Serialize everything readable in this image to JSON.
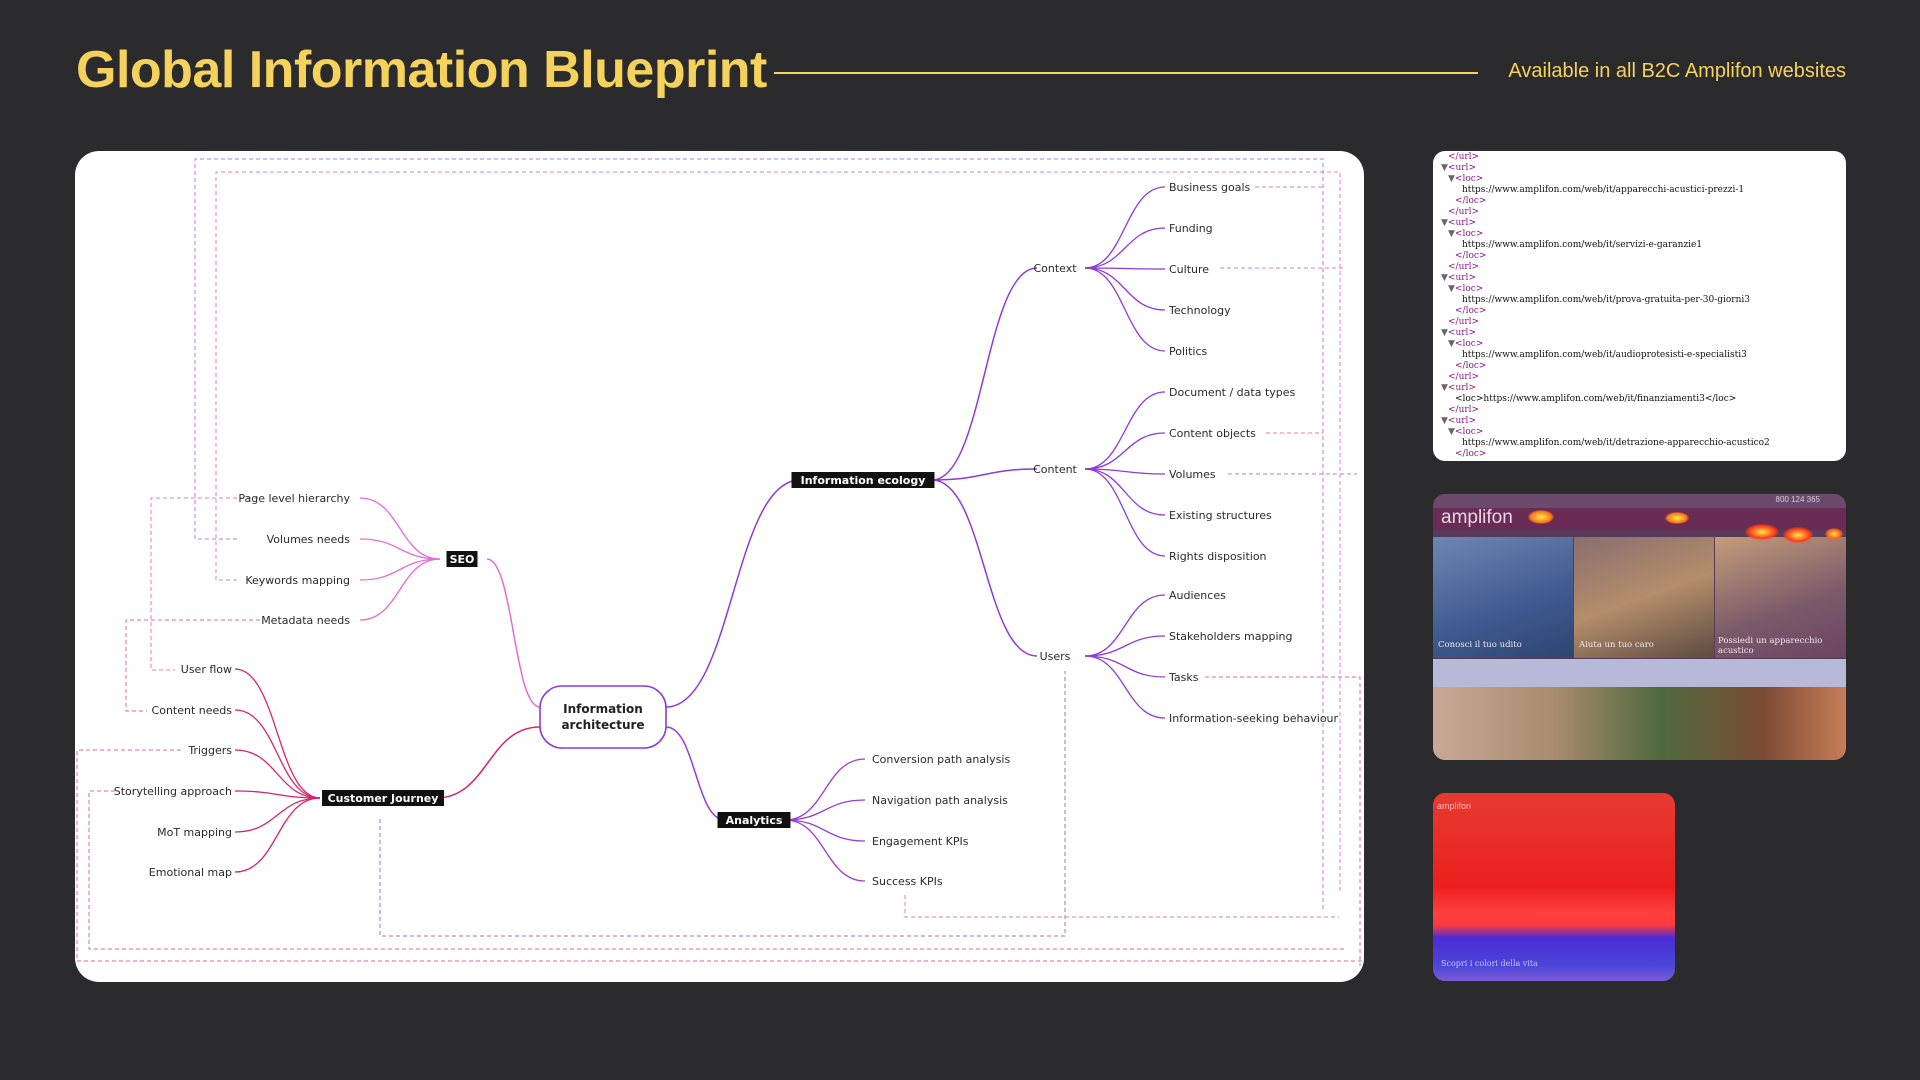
{
  "header": {
    "title": "Global Information Blueprint",
    "subtitle": "Available in all B2C Amplifon websites"
  },
  "colors": {
    "background": "#2b2b2d",
    "accent": "#f5d25c",
    "seo_branch": "#e86ad8",
    "journey_branch": "#d6236e",
    "ecology_branch": "#8e3ad6",
    "analytics_branch": "#9a3cd8"
  },
  "mindmap": {
    "root": "Information architecture",
    "hubs": {
      "seo": "SEO",
      "journey": "Customer Journey",
      "ecology": "Information ecology",
      "analytics": "Analytics"
    },
    "seo_leaves": [
      "Page level hierarchy",
      "Volumes needs",
      "Keywords mapping",
      "Metadata needs"
    ],
    "journey_leaves": [
      "User flow",
      "Content needs",
      "Triggers",
      "Storytelling approach",
      "MoT mapping",
      "Emotional map"
    ],
    "ecology_groups": [
      "Context",
      "Content",
      "Users"
    ],
    "context_leaves": [
      "Business goals",
      "Funding",
      "Culture",
      "Technology",
      "Politics"
    ],
    "content_leaves": [
      "Document / data types",
      "Content objects",
      "Volumes",
      "Existing structures",
      "Rights disposition"
    ],
    "users_leaves": [
      "Audiences",
      "Stakeholders mapping",
      "Tasks",
      "Information-seeking behaviour"
    ],
    "analytics_leaves": [
      "Conversion path analysis",
      "Navigation path analysis",
      "Engagement KPIs",
      "Success KPIs"
    ]
  },
  "sitemap_xml": [
    "</url>",
    "<url>",
    "<loc>",
    "https://www.amplifon.com/web/it/apparecchi-acustici-prezzi-1",
    "</loc>",
    "</url>",
    "<url>",
    "<loc>",
    "https://www.amplifon.com/web/it/servizi-e-garanzie1",
    "</loc>",
    "</url>",
    "<url>",
    "<loc>",
    "https://www.amplifon.com/web/it/prova-gratuita-per-30-giorni3",
    "</loc>",
    "</url>",
    "<url>",
    "<loc>",
    "https://www.amplifon.com/web/it/audioprotesisti-e-specialisti3",
    "</loc>",
    "</url>",
    "<url>",
    "<loc>https://www.amplifon.com/web/it/finanziamenti3</loc>",
    "</url>",
    "<url>",
    "<loc>",
    "https://www.amplifon.com/web/it/detrazione-apparecchio-acustico2",
    "</loc>"
  ],
  "heatmap": {
    "logo": "amplifon",
    "phone": "800 124 365",
    "captions": [
      "Conosci il tuo udito",
      "Aiuta un tuo caro",
      "Possiedi un apparecchio acustico"
    ]
  },
  "redmap": {
    "logo": "amplifon",
    "caption": "Scopri i colori della vita"
  }
}
